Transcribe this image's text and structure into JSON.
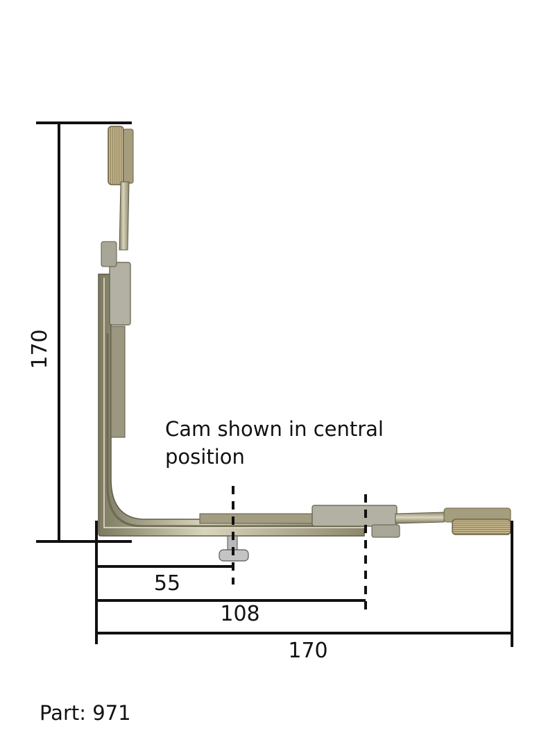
{
  "dimensions": {
    "vertical_height": "170",
    "cam_offset": "55",
    "second_offset": "108",
    "horizontal_length": "170"
  },
  "note": "Cam shown in central position",
  "note_line1": "Cam shown in central",
  "note_line2": "position",
  "part_label": "Part: 971",
  "colors": {
    "line": "#111111",
    "metal_light": "#c8c3a6",
    "metal_dark": "#8a8466",
    "knurl": "#b5a983",
    "cam": "#b9b9b9"
  }
}
